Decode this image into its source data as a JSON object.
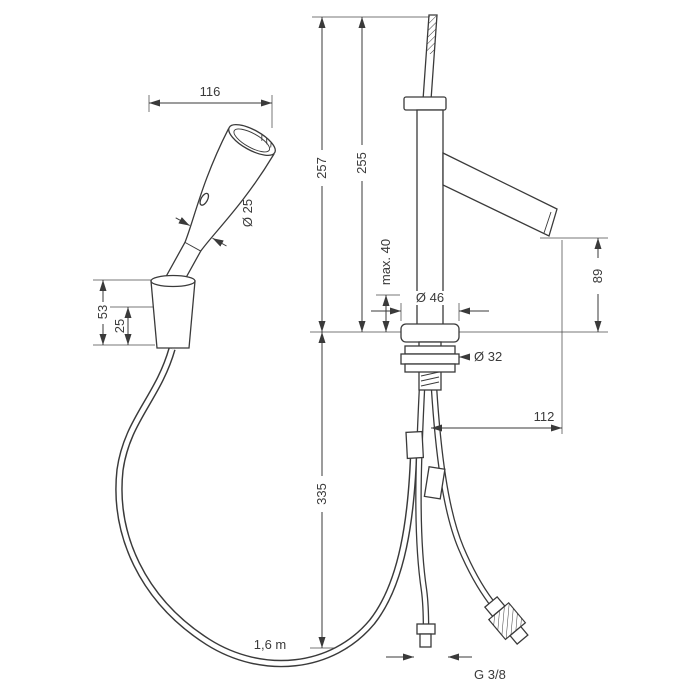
{
  "title": "Bidet mixer with hand shower - dimensional technical drawing",
  "colors": {
    "line": "#3a3a3a",
    "text": "#3a3a3a",
    "background": "#ffffff"
  },
  "drawing": {
    "dimensions": {
      "hand_shower_reach": "116",
      "total_height": "257",
      "height_to_handle": "255",
      "hand_shower_diameter": "Ø 25",
      "holder_height": "53",
      "holder_depth": "25",
      "max_mounting_thickness": "max. 40",
      "base_diameter": "Ø 46",
      "shank_diameter": "Ø 32",
      "spout_height": "89",
      "spout_reach": "112",
      "hose_drop": "335",
      "shower_hose_length": "1,6 m",
      "connection_thread": "G 3/8"
    }
  }
}
